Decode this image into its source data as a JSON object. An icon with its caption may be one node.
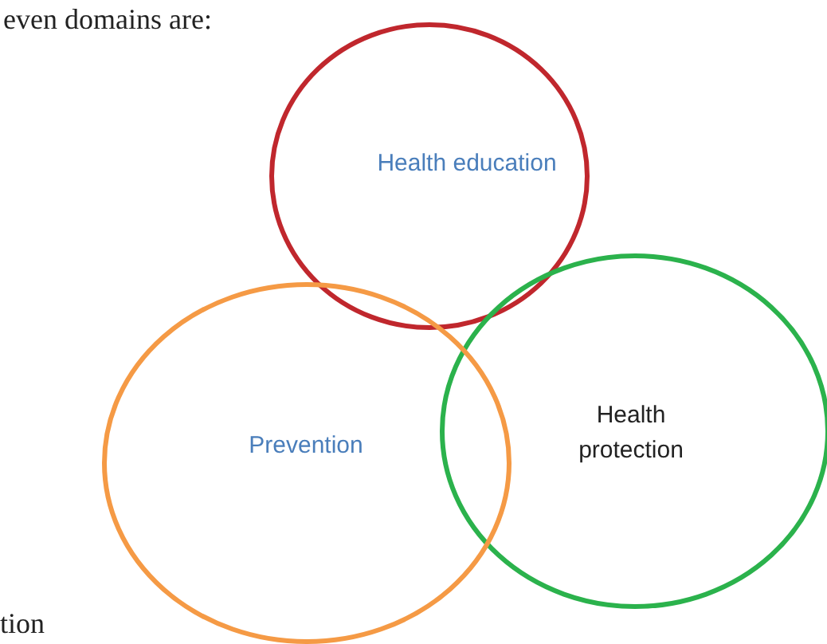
{
  "diagram": {
    "nodes": [
      {
        "text": [
          "Health education"
        ]
      },
      {
        "text": [
          "Health protection"
        ]
      },
      {
        "text": [
          "Prevention"
        ]
      }
    ],
    "labels": [
      "even domains are:",
      "tion"
    ]
  }
}
